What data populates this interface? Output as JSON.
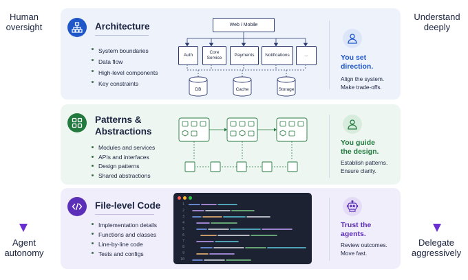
{
  "left_axis": {
    "top_label": "Human\noversight",
    "bottom_label": "Agent\nautonomy"
  },
  "right_axis": {
    "top_label": "Understand\ndeeply",
    "bottom_label": "Delegate\naggressively"
  },
  "architecture": {
    "title": "Architecture",
    "bullets": [
      "System boundaries",
      "Data flow",
      "High-level components",
      "Key constraints"
    ],
    "diagram": {
      "client": "Web / Mobile",
      "services": [
        "Auth",
        "Core Service",
        "Payments",
        "Notifications",
        "..."
      ],
      "stores": [
        "DB",
        "Cache",
        "Storage"
      ]
    },
    "role": {
      "title_line1": "You set",
      "title_line2": "direction.",
      "desc_line1": "Align the system.",
      "desc_line2": "Make trade-offs."
    }
  },
  "patterns": {
    "title_line1": "Patterns &",
    "title_line2": "Abstractions",
    "bullets": [
      "Modules and services",
      "APIs and interfaces",
      "Design patterns",
      "Shared abstractions"
    ],
    "role": {
      "title_line1": "You guide",
      "title_line2": "the design.",
      "desc_line1": "Establish patterns.",
      "desc_line2": "Ensure clarity."
    }
  },
  "code": {
    "title": "File-level Code",
    "bullets": [
      "Implementation details",
      "Functions and classes",
      "Line-by-line code",
      "Tests and configs"
    ],
    "line_numbers": [
      "1",
      "2",
      "3",
      "4",
      "5",
      "6",
      "7",
      "8",
      "9",
      "10"
    ],
    "role": {
      "title_line1": "Trust the",
      "title_line2": "agents.",
      "desc_line1": "Review outcomes.",
      "desc_line2": "Move fast."
    }
  },
  "colors": {
    "architecture_accent": "#1f57c9",
    "patterns_accent": "#237a3f",
    "code_accent": "#5b2fb8",
    "axis_top": "#1f57c9",
    "axis_bottom": "#6a2fd0"
  },
  "icons": {
    "architecture": "hierarchy-icon",
    "patterns": "grid-icon",
    "code": "code-brackets-icon",
    "architecture_role": "person-icon",
    "patterns_role": "person-icon",
    "code_role": "robot-icon"
  }
}
